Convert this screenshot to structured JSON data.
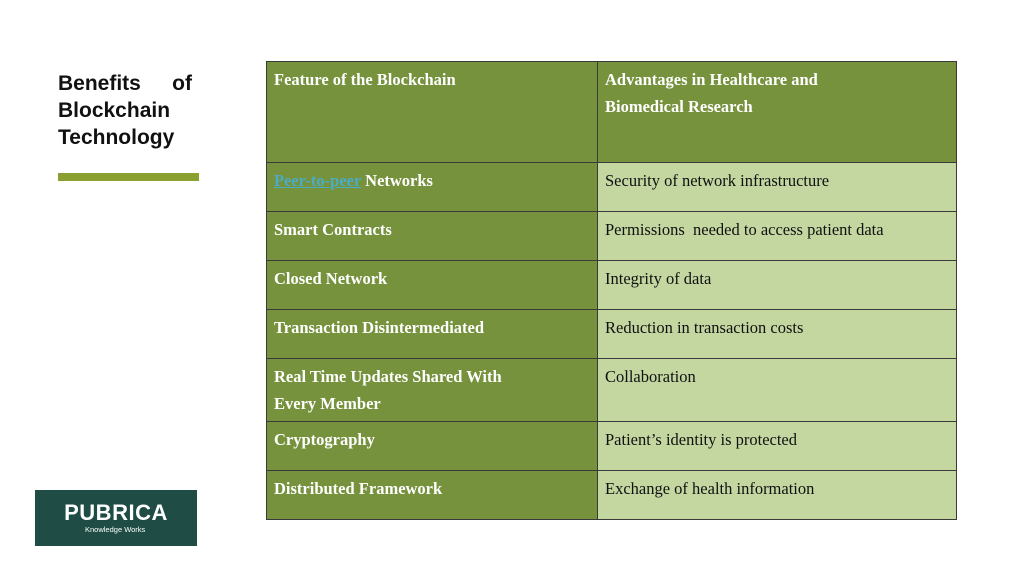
{
  "slide": {
    "title_line1_word1": "Benefits",
    "title_line1_word2": "of",
    "title_line2": "Blockchain",
    "title_line3": "Technology"
  },
  "table": {
    "headers": [
      "Feature of the Blockchain",
      "Advantages in Healthcare and Biomedical Research"
    ],
    "header_adv_line1": "Advantages in Healthcare and",
    "header_adv_line2": "Biomedical Research",
    "row0_feature_link": "Peer-to-peer",
    "row0_feature_rest": " Networks",
    "rows": [
      {
        "feature": "Peer-to-peer Networks",
        "advantage": "Security of network infrastructure"
      },
      {
        "feature": "Smart Contracts",
        "advantage": "Permissions  needed to access patient data"
      },
      {
        "feature": "Closed Network",
        "advantage": "Integrity of data"
      },
      {
        "feature": "Transaction Disintermediated",
        "advantage": "Reduction in transaction costs"
      },
      {
        "feature": "Real Time Updates Shared With Every Member",
        "advantage": "Collaboration"
      },
      {
        "feature": "Cryptography",
        "advantage": "Patient’s identity is protected"
      },
      {
        "feature": "Distributed Framework",
        "advantage": "Exchange of health information"
      }
    ],
    "row4_feature_line1": "Real Time Updates Shared With",
    "row4_feature_line2": "Every Member"
  },
  "logo": {
    "name": "PUBRICA",
    "tagline": "Knowledge Works"
  },
  "colors": {
    "header_green": "#76923c",
    "light_green": "#c4d7a0",
    "accent_bar": "#8aa12f",
    "link": "#4bacc6",
    "logo_bg": "#1f4d45"
  }
}
